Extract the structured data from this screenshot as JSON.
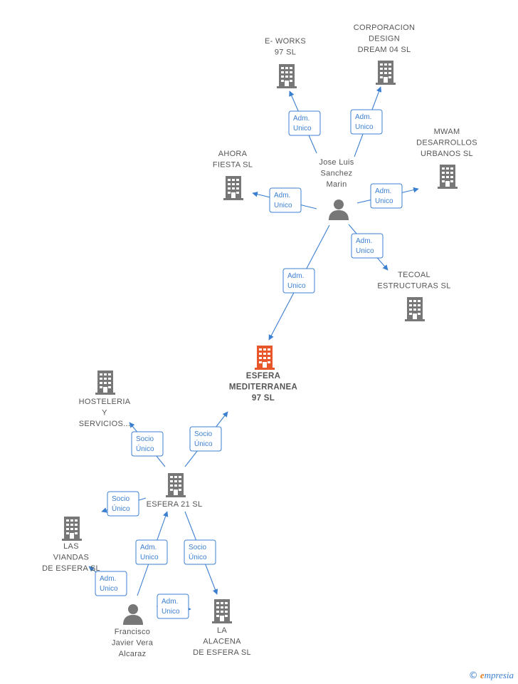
{
  "colors": {
    "accent": "#3b7fd0",
    "node": "#777777",
    "main_node": "#e8572a",
    "text": "#555555"
  },
  "nodes": [
    {
      "id": "eworks",
      "kind": "company",
      "lines": [
        "E- WORKS",
        "97  SL"
      ]
    },
    {
      "id": "corporacion",
      "kind": "company",
      "lines": [
        "CORPORACION",
        "DESIGN",
        "DREAM 04  SL"
      ]
    },
    {
      "id": "mwam",
      "kind": "company",
      "lines": [
        "MWAM",
        "DESARROLLOS",
        "URBANOS  SL"
      ]
    },
    {
      "id": "ahora",
      "kind": "company",
      "lines": [
        "AHORA",
        "FIESTA  SL"
      ]
    },
    {
      "id": "joseluis",
      "kind": "person",
      "lines": [
        "Jose Luis",
        "Sanchez",
        "Marin"
      ]
    },
    {
      "id": "tecoal",
      "kind": "company",
      "lines": [
        "TECOAL",
        "ESTRUCTURAS SL"
      ]
    },
    {
      "id": "esfera97",
      "kind": "main",
      "lines": [
        "ESFERA",
        "MEDITERRANEA",
        "97  SL"
      ]
    },
    {
      "id": "hosteleria",
      "kind": "company",
      "lines": [
        "HOSTELERIA",
        "Y",
        "SERVICIOS..."
      ]
    },
    {
      "id": "esfera21",
      "kind": "company",
      "lines": [
        "ESFERA 21  SL"
      ]
    },
    {
      "id": "viandas",
      "kind": "company",
      "lines": [
        "LAS",
        "VIANDAS",
        "DE ESFERA  SL"
      ]
    },
    {
      "id": "francisco",
      "kind": "person",
      "lines": [
        "Francisco",
        "Javier Vera",
        "Alcaraz"
      ]
    },
    {
      "id": "alacena",
      "kind": "company",
      "lines": [
        "LA",
        "ALACENA",
        "DE ESFERA  SL"
      ]
    }
  ],
  "edges": [
    {
      "from": "joseluis",
      "to": "eworks",
      "lines": [
        "Adm.",
        "Unico"
      ]
    },
    {
      "from": "joseluis",
      "to": "corporacion",
      "lines": [
        "Adm.",
        "Unico"
      ]
    },
    {
      "from": "joseluis",
      "to": "mwam",
      "lines": [
        "Adm.",
        "Unico"
      ]
    },
    {
      "from": "joseluis",
      "to": "ahora",
      "lines": [
        "Adm.",
        "Unico"
      ]
    },
    {
      "from": "joseluis",
      "to": "tecoal",
      "lines": [
        "Adm.",
        "Unico"
      ]
    },
    {
      "from": "joseluis",
      "to": "esfera97",
      "lines": [
        "Adm.",
        "Unico"
      ]
    },
    {
      "from": "esfera21",
      "to": "esfera97",
      "lines": [
        "Socio",
        "Único"
      ]
    },
    {
      "from": "esfera21",
      "to": "hosteleria",
      "lines": [
        "Socio",
        "Único"
      ]
    },
    {
      "from": "esfera21",
      "to": "viandas",
      "lines": [
        "Socio",
        "Único"
      ]
    },
    {
      "from": "esfera21",
      "to": "alacena",
      "lines": [
        "Socio",
        "Único"
      ]
    },
    {
      "from": "francisco",
      "to": "esfera21",
      "lines": [
        "Adm.",
        "Unico"
      ]
    },
    {
      "from": "francisco",
      "to": "viandas",
      "lines": [
        "Adm.",
        "Unico"
      ]
    },
    {
      "from": "francisco",
      "to": "alacena",
      "lines": [
        "Adm.",
        "Unico"
      ]
    }
  ],
  "footer": {
    "copyright": "©",
    "brand_initial": "e",
    "brand_rest": "mpresia"
  }
}
